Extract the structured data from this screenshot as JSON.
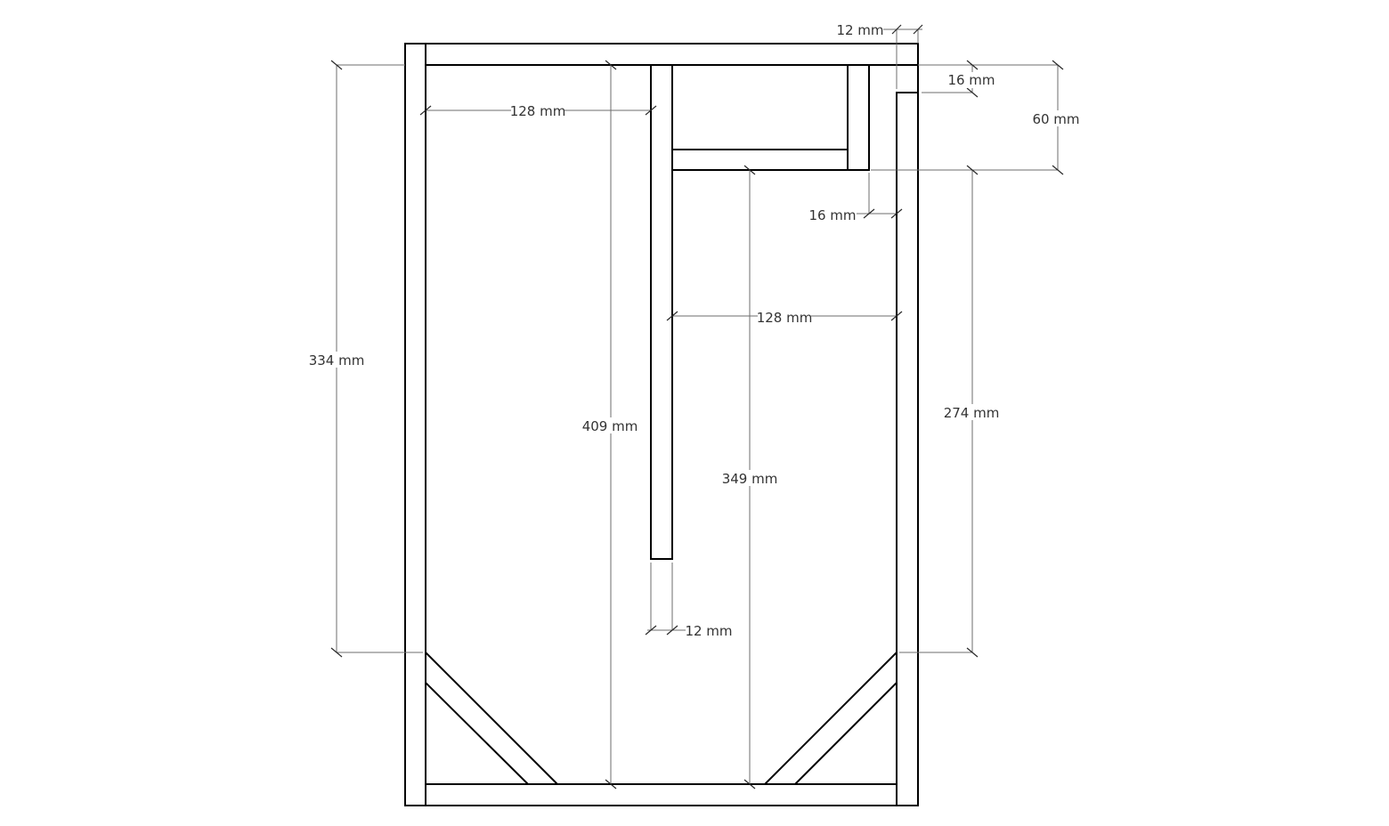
{
  "dimensions": {
    "top_wall_thickness": "12 mm",
    "port_gap": "16 mm",
    "top_chamber_height": "60 mm",
    "left_chamber_width": "128 mm",
    "port_wall_gap": "16 mm",
    "right_chamber_width": "128 mm",
    "outer_side_height": "334 mm",
    "divider_height": "409 mm",
    "inner_height": "349 mm",
    "right_side_height": "274 mm",
    "divider_thickness": "12 mm"
  }
}
